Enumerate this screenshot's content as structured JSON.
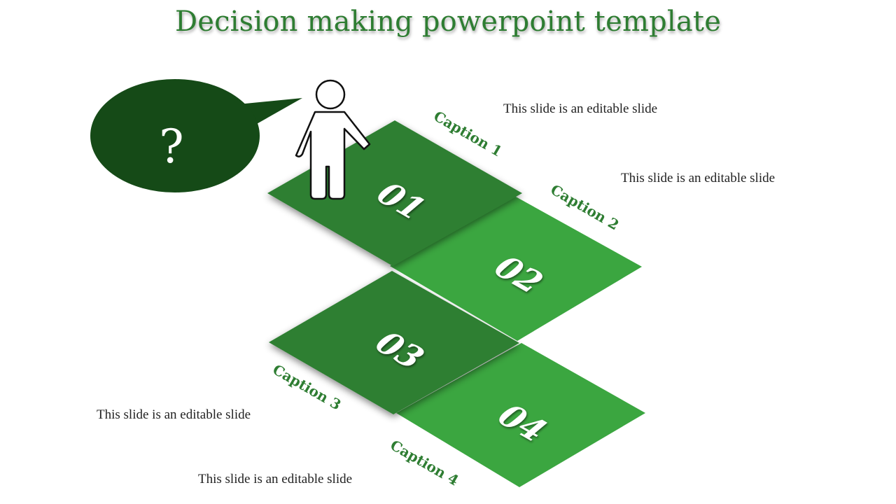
{
  "title": "Decision making powerpoint template",
  "bubble": {
    "symbol": "?"
  },
  "steps": [
    {
      "number": "01",
      "caption": "Caption 1",
      "text": "This slide is an editable slide"
    },
    {
      "number": "02",
      "caption": "Caption 2",
      "text": "This slide is an editable slide"
    },
    {
      "number": "03",
      "caption": "Caption 3",
      "text": "This slide is an editable slide"
    },
    {
      "number": "04",
      "caption": "Caption 4",
      "text": "This slide is an editable slide"
    }
  ],
  "colors": {
    "title": "#2e7d32",
    "dark_tile": "#2f7f33",
    "light_tile": "#3ba640",
    "bubble": "#154a17",
    "caption": "#2e7d32"
  }
}
